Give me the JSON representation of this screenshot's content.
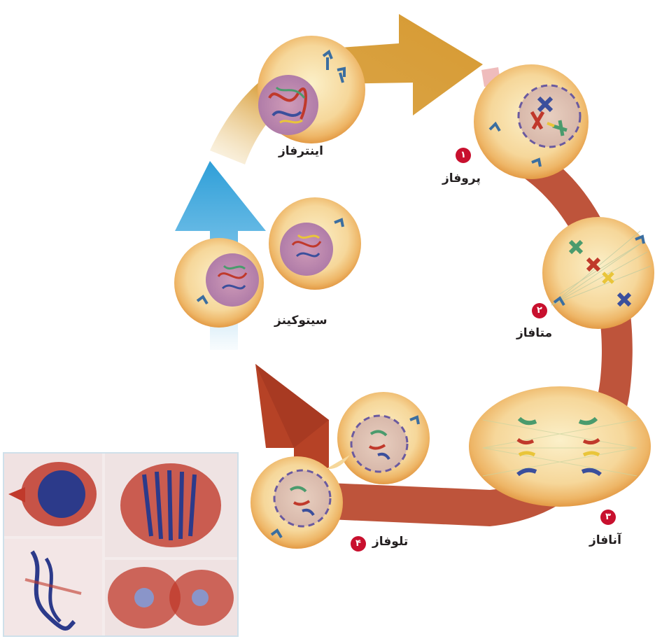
{
  "stages": {
    "interphase": {
      "label": "اینترفاز"
    },
    "prophase": {
      "label": "پروفاز",
      "number": "۱"
    },
    "metaphase": {
      "label": "متافاز",
      "number": "۲"
    },
    "anaphase": {
      "label": "آنافاز",
      "number": "۳"
    },
    "telophase": {
      "label": "تلوفاز",
      "number": "۴"
    },
    "cytokinesis": {
      "label": "سیتوکینز"
    }
  },
  "colors": {
    "interphase_arrow": "#d9a43c",
    "mitosis_arrow": "#b9452a",
    "cytokinesis_arrow": "#3ea6dc",
    "cell_fill": "#f6d79a",
    "cell_rim": "#e8a85a",
    "number_badge": "#c8102e",
    "chromosome_blue": "#3b4f9c",
    "chromosome_red": "#c0392b",
    "chromosome_green": "#4a9b6d",
    "chromosome_yellow": "#e9c53a"
  },
  "photo_panel": {
    "description_icons": [
      "prophase-micrograph",
      "metaphase-micrograph",
      "anaphase-micrograph",
      "telophase-micrograph"
    ]
  }
}
